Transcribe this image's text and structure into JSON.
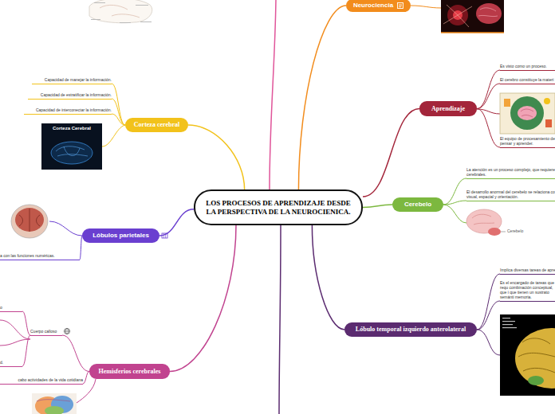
{
  "diagram": {
    "nodes": [
      {
        "text": [
          "LOS PROCESOS DE APRENDIZAJE DESDE LA PERSPECTIVA DE LA NEUROCIENICA."
        ]
      },
      {
        "text": [
          "Neurociencia"
        ]
      },
      {
        "text": [
          "Aprendizaje"
        ]
      },
      {
        "text": [
          "Es visto como un proceso."
        ]
      },
      {
        "text": [
          "El cerebro constituye la materi"
        ]
      },
      {
        "text": [
          "El equipo de procesamiento de pensar y aprender."
        ]
      },
      {
        "text": [
          "Cerebelo"
        ]
      },
      {
        "text": [
          "La atención es un proceso complejo, que requiere cerebrales."
        ]
      },
      {
        "text": [
          "El desarrollo anormal del cerebelo se relaciona co visual, espacial y orientación."
        ]
      },
      {
        "text": [
          "Lóbulo temporal izquierdo anterolateral"
        ]
      },
      {
        "text": [
          "Implica diversas tareas de apre"
        ]
      },
      {
        "text": [
          "Es el encargado de tareas que requ combinación conceptual, que i que tienen un sustrato semánti memoria."
        ]
      },
      {
        "text": [
          "Corteza cerebral"
        ]
      },
      {
        "text": [
          "Capacidad de manejar la información."
        ]
      },
      {
        "text": [
          "Capacidad de estratificar la información."
        ]
      },
      {
        "text": [
          "Capacidad de interconectar la información."
        ]
      },
      {
        "text": [
          "Lóbulos parietales"
        ]
      },
      {
        "text": [
          "a con las funciones numéricas."
        ]
      },
      {
        "text": [
          "Hemisferios cerebrales"
        ]
      },
      {
        "text": [
          "Cuerpo calloso"
        ]
      },
      {
        "text": [
          "o"
        ]
      },
      {
        "text": [
          "d."
        ]
      },
      {
        "text": [
          "cabo actividades de la vida cotidiana"
        ]
      }
    ],
    "edges": [
      {
        "from": 0,
        "to": 1,
        "arrow": "none"
      },
      {
        "from": 0,
        "to": 2,
        "arrow": "none"
      },
      {
        "from": 2,
        "to": 3,
        "arrow": "none"
      },
      {
        "from": 2,
        "to": 4,
        "arrow": "none"
      },
      {
        "from": 2,
        "to": 5,
        "arrow": "none"
      },
      {
        "from": 0,
        "to": 6,
        "arrow": "none"
      },
      {
        "from": 6,
        "to": 7,
        "arrow": "none"
      },
      {
        "from": 6,
        "to": 8,
        "arrow": "none"
      },
      {
        "from": 0,
        "to": 9,
        "arrow": "none"
      },
      {
        "from": 9,
        "to": 10,
        "arrow": "none"
      },
      {
        "from": 9,
        "to": 11,
        "arrow": "none"
      },
      {
        "from": 0,
        "to": 12,
        "arrow": "none"
      },
      {
        "from": 12,
        "to": 13,
        "arrow": "none"
      },
      {
        "from": 12,
        "to": 14,
        "arrow": "none"
      },
      {
        "from": 12,
        "to": 15,
        "arrow": "none"
      },
      {
        "from": 0,
        "to": 16,
        "arrow": "none"
      },
      {
        "from": 16,
        "to": 17,
        "arrow": "none"
      },
      {
        "from": 0,
        "to": 18,
        "arrow": "none"
      },
      {
        "from": 18,
        "to": 19,
        "arrow": "none"
      },
      {
        "from": 19,
        "to": 20,
        "arrow": "none"
      },
      {
        "from": 19,
        "to": 21,
        "arrow": "none"
      },
      {
        "from": 18,
        "to": 22,
        "arrow": "none"
      }
    ],
    "labels": [
      "Corteza Cerebral",
      "Cerebelo"
    ]
  }
}
